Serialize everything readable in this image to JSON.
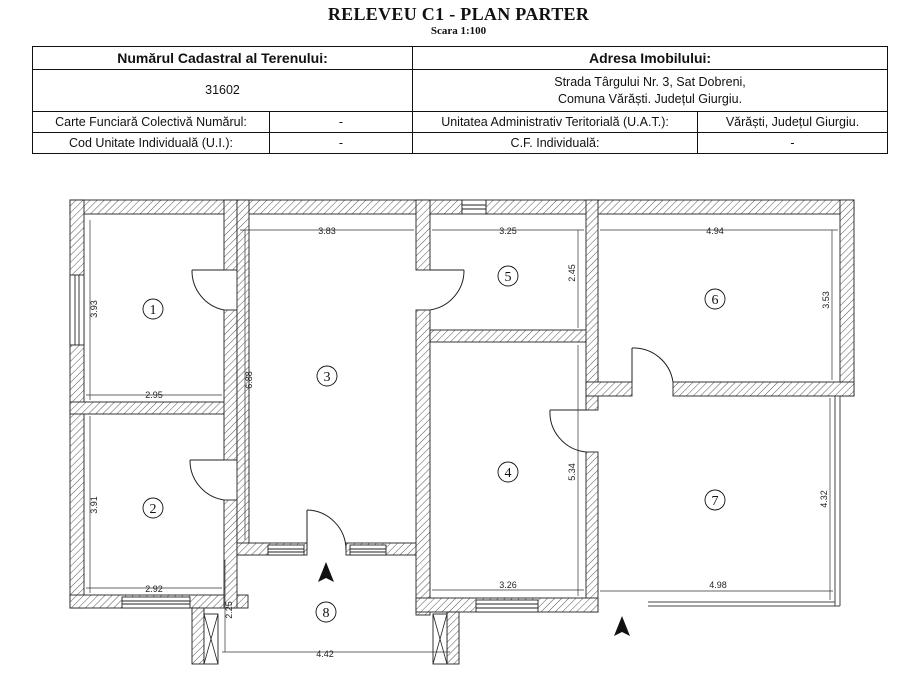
{
  "header": {
    "title": "RELEVEU C1 - PLAN PARTER",
    "scale": "Scara 1:100"
  },
  "info_table": {
    "cadastral_label": "Numărul Cadastral al Terenului:",
    "address_label": "Adresa Imobilului:",
    "cadastral_value": "31602",
    "address_line1": "Strada Târgului Nr. 3, Sat Dobreni,",
    "address_line2": "Comuna Vărăști. Județul Giurgiu.",
    "cf_colectiva_label": "Carte Funciară Colectivă Numărul:",
    "cf_colectiva_value": "-",
    "uat_label": "Unitatea Administrativ Teritorială (U.A.T.):",
    "uat_value": "Vărăști, Județul Giurgiu.",
    "ui_label": "Cod Unitate Individuală (U.I.):",
    "ui_value": "-",
    "cf_individuala_label": "C.F. Individuală:",
    "cf_individuala_value": "-"
  },
  "rooms": [
    {
      "number": "1",
      "width": "2.95",
      "height": "3.93"
    },
    {
      "number": "2",
      "width": "2.92",
      "height": "3.91"
    },
    {
      "number": "3",
      "width": "3.83",
      "height": "6.88"
    },
    {
      "number": "4",
      "width": "3.26",
      "height": "5.34"
    },
    {
      "number": "5",
      "width": "3.25",
      "height": "2.45"
    },
    {
      "number": "6",
      "width": "4.94",
      "height": "3.53"
    },
    {
      "number": "7",
      "width": "4.98",
      "height": "4.32"
    },
    {
      "number": "8",
      "width": "4.42",
      "height": "2.25"
    }
  ]
}
